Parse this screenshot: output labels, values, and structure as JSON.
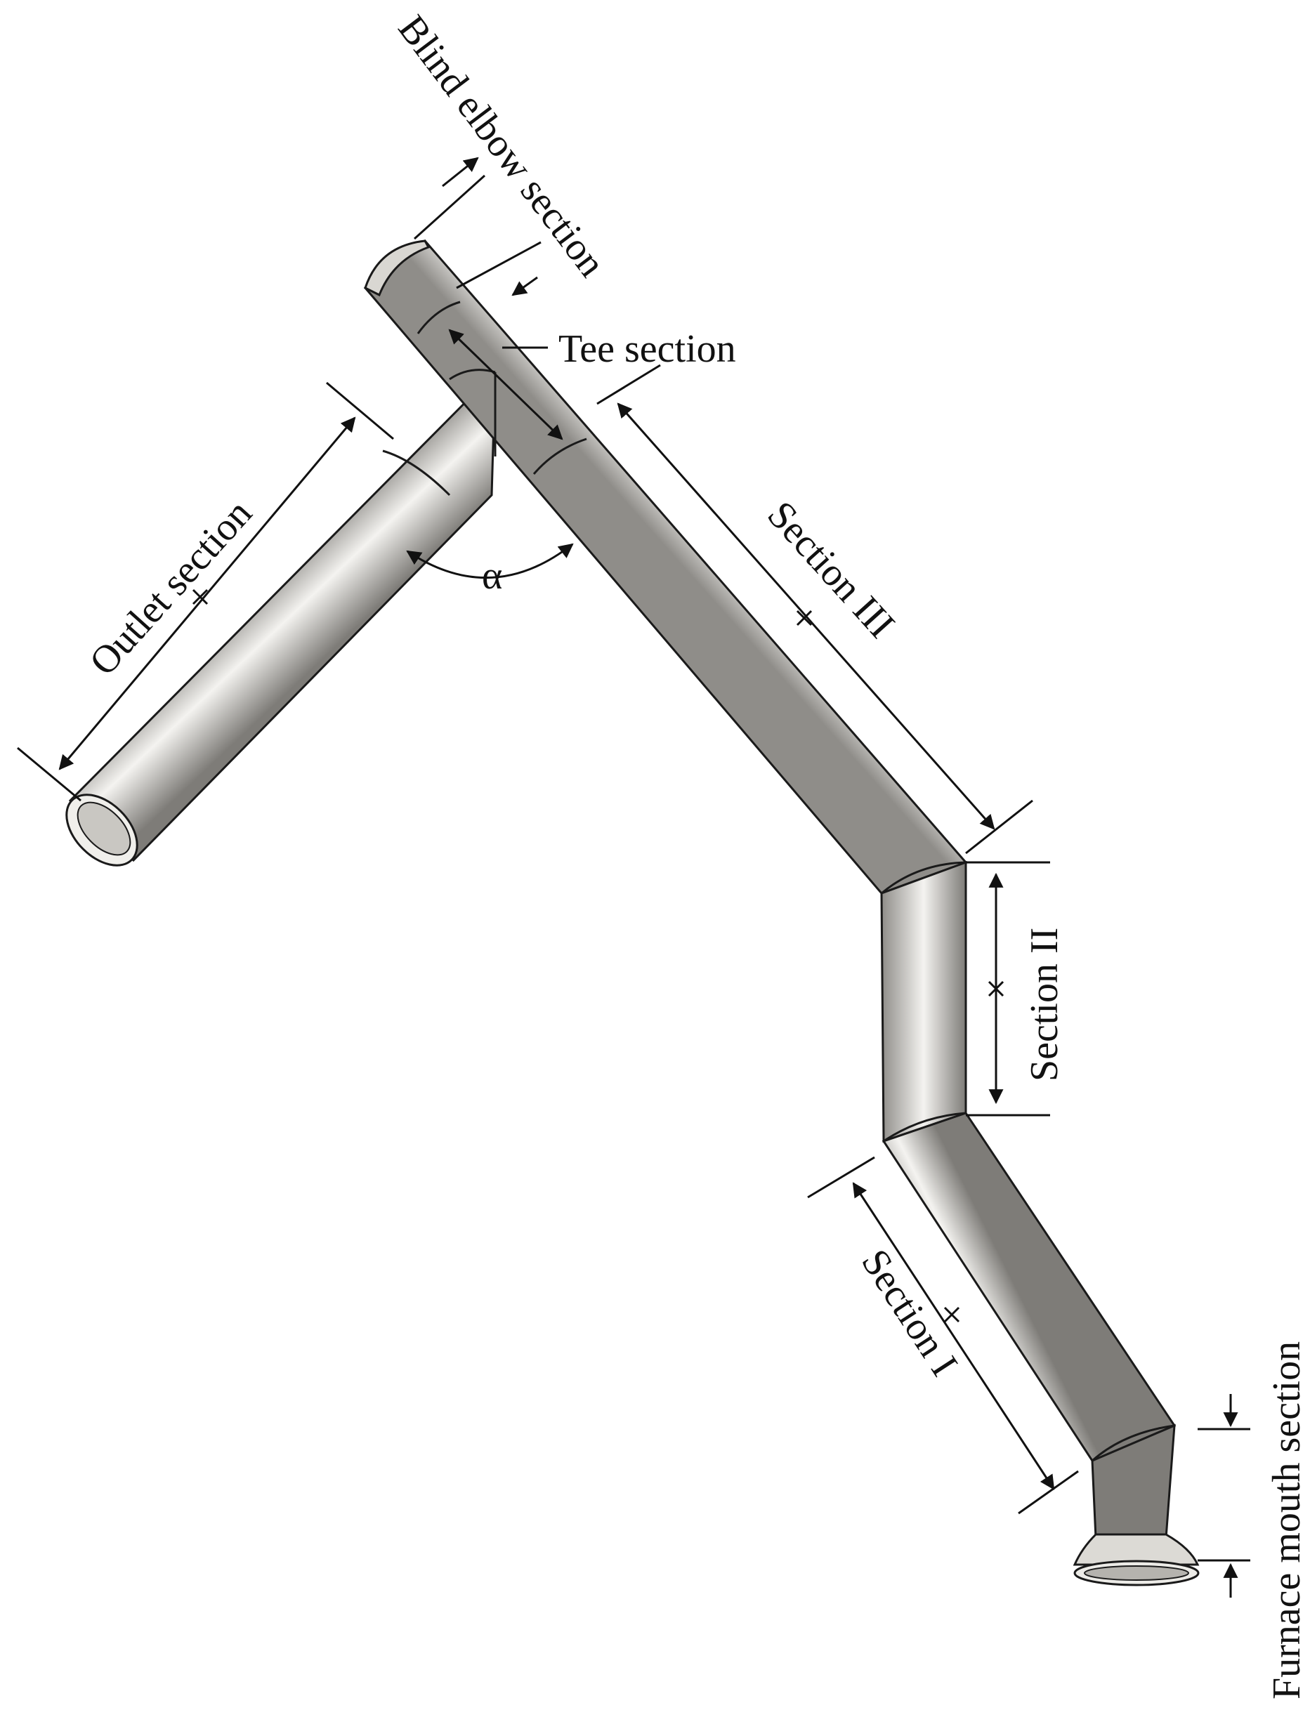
{
  "labels": {
    "blind_elbow": "Blind elbow section",
    "tee": "Tee section",
    "outlet": "Outlet section",
    "alpha": "α",
    "section_iii": "Section III",
    "section_ii": "Section II",
    "section_i": "Section I",
    "furnace_mouth": "Furnace mouth section"
  },
  "colors": {
    "pipe_light": "#f2f1ee",
    "pipe_mid": "#cfcdc8",
    "pipe_dark": "#8f8d89",
    "ink": "#111111"
  }
}
